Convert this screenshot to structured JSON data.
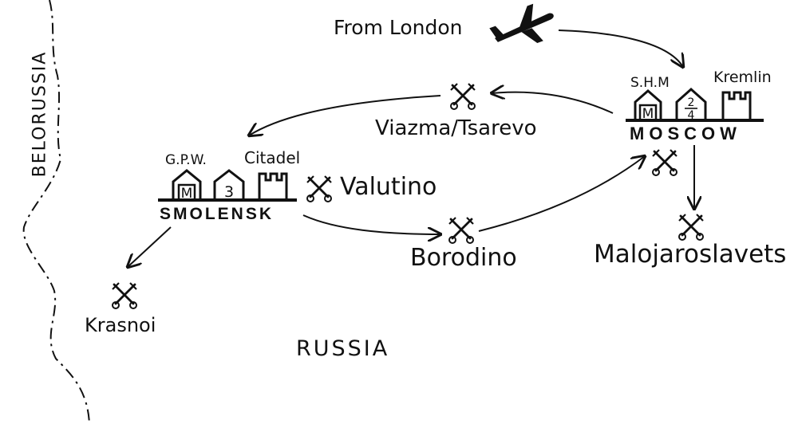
{
  "map": {
    "countries": {
      "left": "BELORUSSIA",
      "main": "RUSSIA"
    },
    "origin": {
      "label": "From London",
      "icon": "airplane-icon"
    },
    "cities": [
      {
        "name": "MOSCOW",
        "sites": [
          {
            "label": "S.H.M",
            "mark": "M",
            "icon": "museum-icon"
          },
          {
            "label": "",
            "mark_top": "2",
            "mark_bottom": "4",
            "icon": "hotel-icon"
          },
          {
            "label": "Kremlin",
            "icon": "fortress-icon"
          }
        ]
      },
      {
        "name": "SMOLENSK",
        "sites": [
          {
            "label": "G.P.W.",
            "mark": "M",
            "icon": "museum-icon"
          },
          {
            "label": "",
            "mark": "3",
            "icon": "hotel-icon"
          },
          {
            "label": "Citadel",
            "icon": "fortress-icon"
          }
        ]
      }
    ],
    "battlefields": [
      {
        "name": "Viazma/Tsarevo",
        "icon": "crossed-swords-icon"
      },
      {
        "name": "Valutino",
        "icon": "crossed-swords-icon"
      },
      {
        "name": "Borodino",
        "icon": "crossed-swords-icon"
      },
      {
        "name": "Malojaroslavets",
        "icon": "crossed-swords-icon"
      },
      {
        "name": "Krasnoi",
        "icon": "crossed-swords-icon"
      },
      {
        "name": "",
        "icon": "crossed-swords-icon"
      }
    ],
    "route": [
      "From London",
      "MOSCOW",
      "Viazma/Tsarevo",
      "SMOLENSK",
      "Krasnoi",
      "Borodino",
      "MOSCOW",
      "Malojaroslavets"
    ],
    "colors": {
      "ink": "#111111",
      "paper": "#ffffff"
    }
  }
}
